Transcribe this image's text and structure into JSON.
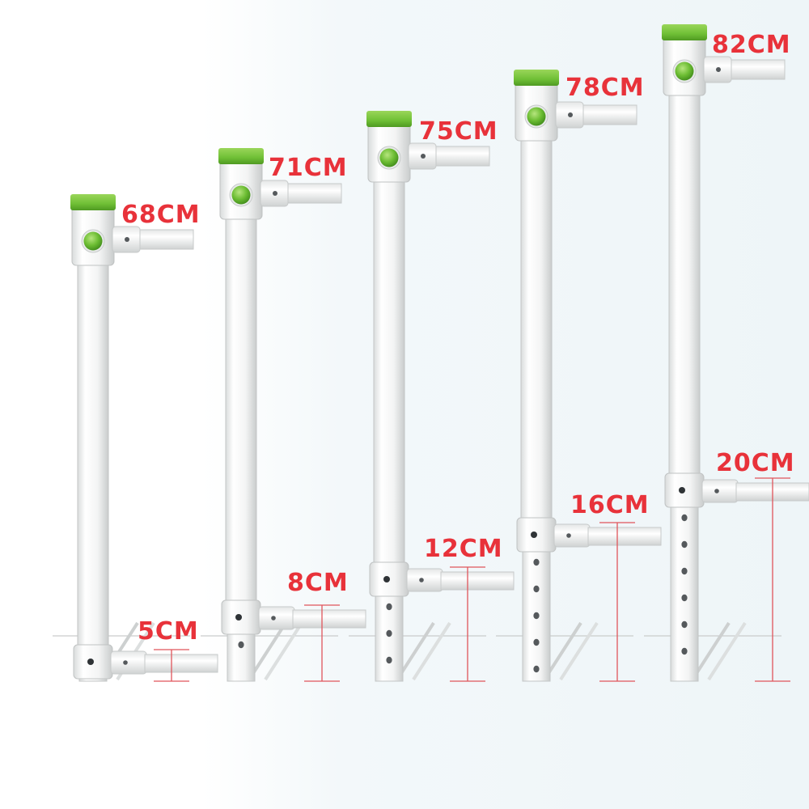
{
  "posts": [
    {
      "top_label": "68CM",
      "bottom_label": "5CM"
    },
    {
      "top_label": "71CM",
      "bottom_label": "8CM"
    },
    {
      "top_label": "75CM",
      "bottom_label": "12CM"
    },
    {
      "top_label": "78CM",
      "bottom_label": "16CM"
    },
    {
      "top_label": "82CM",
      "bottom_label": "20CM"
    }
  ],
  "colors": {
    "accent_green": "#74c23a",
    "label_red": "#e8323a",
    "measure_line": "#e0555b",
    "post_white": "#f4f5f5"
  }
}
